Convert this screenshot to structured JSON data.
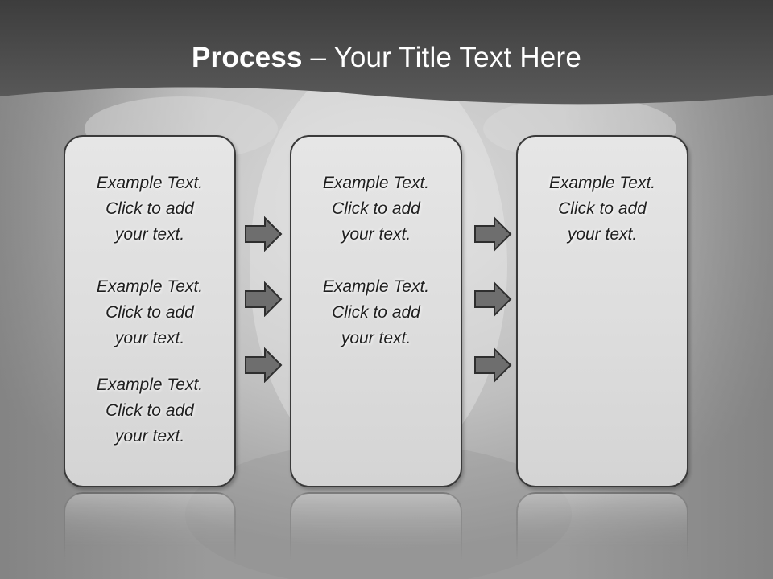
{
  "title": {
    "bold": "Process",
    "rest": " – Your Title Text Here"
  },
  "columns": [
    {
      "blocks": [
        {
          "l1": "Example Text.",
          "l2": "Click  to add",
          "l3": "your text."
        },
        {
          "l1": "Example Text.",
          "l2": "Click  to add",
          "l3": "your text."
        },
        {
          "l1": "Example Text.",
          "l2": "Click  to add",
          "l3": "your text."
        }
      ]
    },
    {
      "blocks": [
        {
          "l1": "Example Text.",
          "l2": "Click  to add",
          "l3": "your text."
        },
        {
          "l1": "Example Text.",
          "l2": "Click  to add",
          "l3": "your text."
        }
      ]
    },
    {
      "blocks": [
        {
          "l1": "Example Text.",
          "l2": "Click  to add",
          "l3": "your text."
        }
      ]
    }
  ],
  "colors": {
    "header": "#4a4a4a",
    "box_border": "#3a3a3a",
    "arrow_fill": "#6e6e6e"
  },
  "icons": {
    "arrow": "right-arrow-icon"
  }
}
